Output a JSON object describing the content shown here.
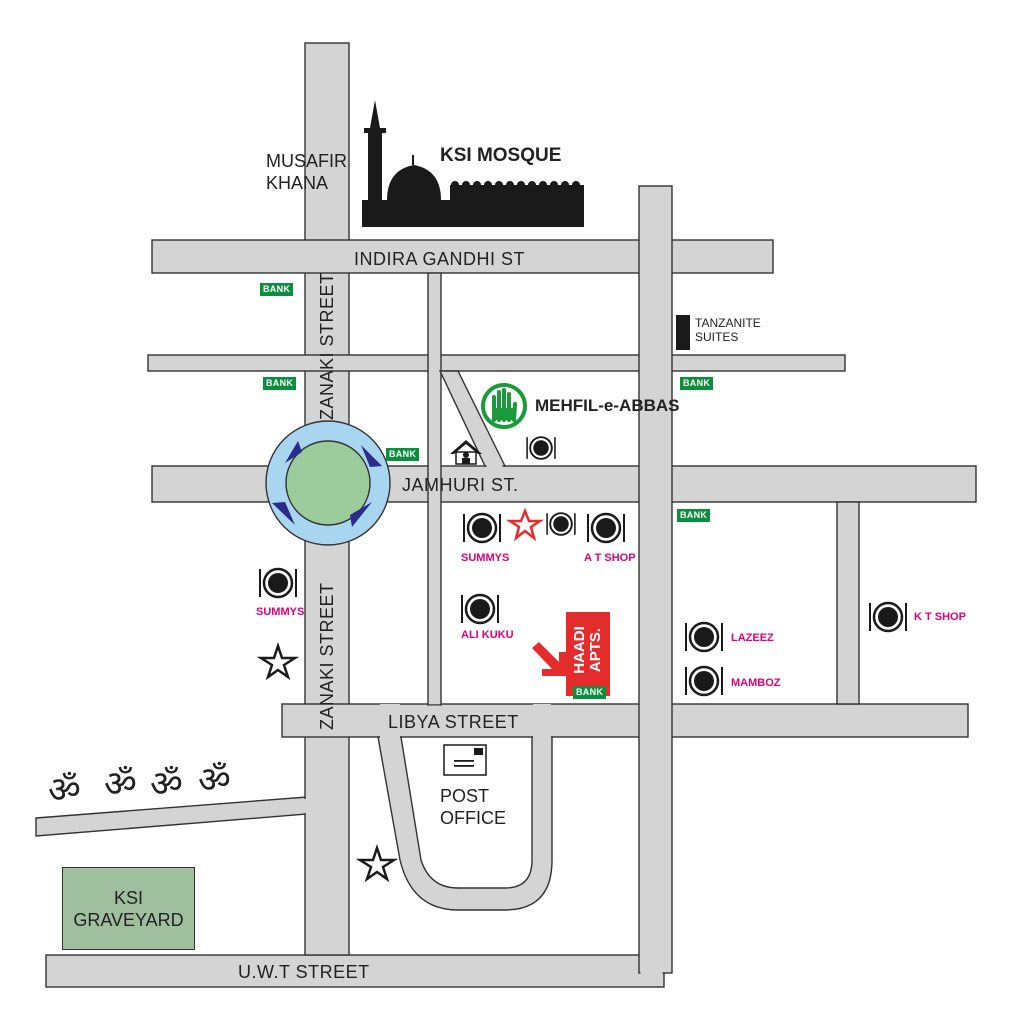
{
  "streets": {
    "indira_gandhi": "INDIRA GANDHI ST",
    "zanaki_upper": "ZANAKI STREET",
    "zanaki_lower": "ZANAKI STREET",
    "jamhuri": "JAMHURI ST.",
    "libya": "LIBYA STREET",
    "uwt": "U.W.T STREET"
  },
  "landmarks": {
    "mosque": "KSI MOSQUE",
    "musafir_line1": "MUSAFIR",
    "musafir_line2": "KHANA",
    "tanzanite_line1": "TANZANITE",
    "tanzanite_line2": "SUITES",
    "mehfil": "MEHFIL-e-ABBAS",
    "post_line1": "POST",
    "post_line2": "OFFICE",
    "graveyard_line1": "KSI",
    "graveyard_line2": "GRAVEYARD",
    "haadi_line1": "HAADI",
    "haadi_line2": "APTS.",
    "om_symbol": "ॐ"
  },
  "bank_label": "BANK",
  "restaurants": {
    "summys_center": "SUMMYS",
    "at_shop": "A T SHOP",
    "summys_left": "SUMMYS",
    "ali_kuku": "ALI KUKU",
    "lazeez": "LAZEEZ",
    "mamboz": "MAMBOZ",
    "kt_shop": "K T SHOP"
  },
  "colors": {
    "road": "#d4d4d4",
    "roundabout_ring": "#a8d6f0",
    "roundabout_center": "#9ccc9c",
    "bank": "#0a8f3c",
    "label_pink": "#e0007a",
    "haadi": "#e52c2c",
    "graveyard": "#9fbf9f",
    "mehfil_hand": "#1a9a3a"
  },
  "icons": [
    "mosque-icon",
    "restaurant-icon",
    "star-icon",
    "red-star-icon",
    "hand-icon",
    "house-icon",
    "post-envelope-icon",
    "roundabout-arrow-icon",
    "om-icon",
    "building-icon",
    "arrow-icon"
  ]
}
